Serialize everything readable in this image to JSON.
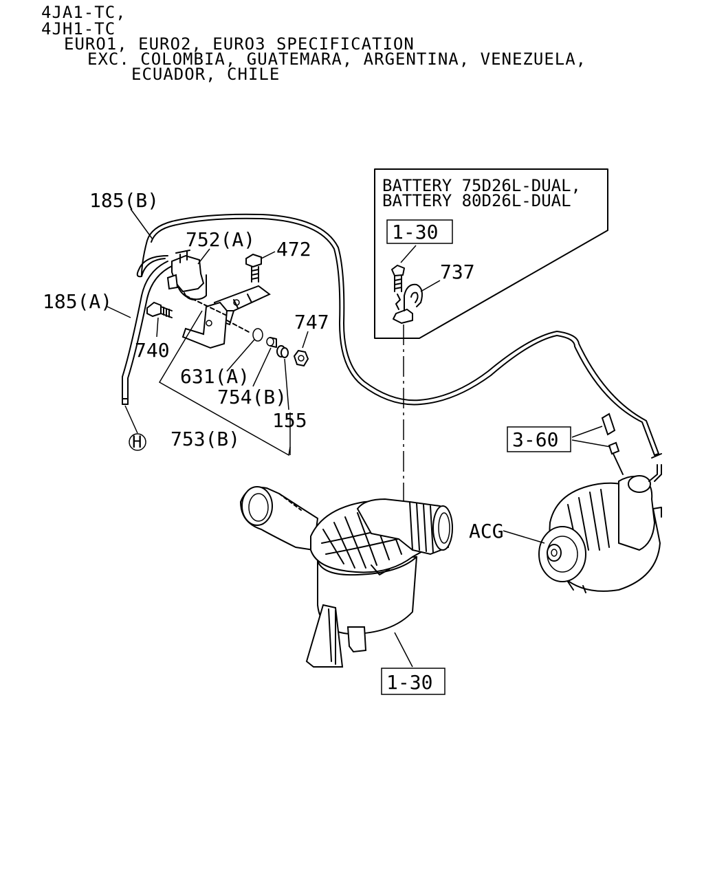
{
  "header": {
    "lines": [
      "4JA1-TC,",
      "4JH1-TC",
      "EURO1, EURO2, EURO3 SPECIFICATION",
      "EXC. COLOMBIA, GUATEMARA, ARGENTINA, VENEZUELA,",
      "ECUADOR, CHILE"
    ]
  },
  "inset": {
    "lines": [
      "BATTERY 75D26L-DUAL,",
      "BATTERY 80D26L-DUAL"
    ],
    "ref": "1-30",
    "part": "737"
  },
  "labels": {
    "p185b": "185(B)",
    "p185a": "185(A)",
    "p752a": "752(A)",
    "p472": "472",
    "p740": "740",
    "p747": "747",
    "p631a": "631(A)",
    "p754b": "754(B)",
    "p753b": "753(B)",
    "p155": "155",
    "hose_end": "H",
    "ref360": "3-60",
    "acg": "ACG",
    "ref130": "1-30"
  }
}
